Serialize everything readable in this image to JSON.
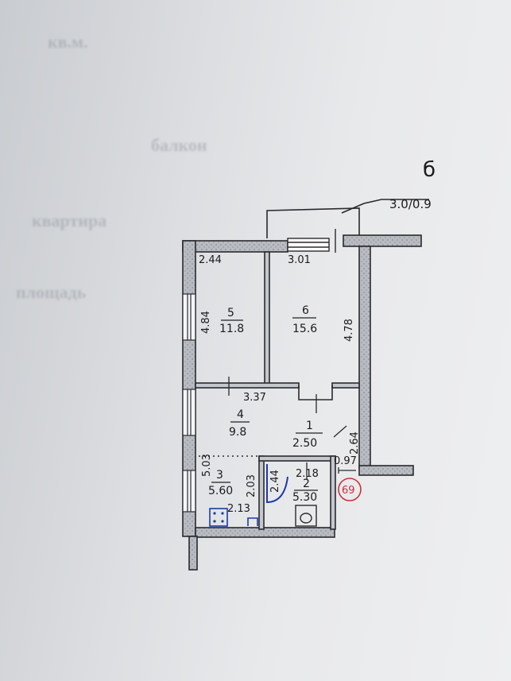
{
  "background_text": [
    "кв.м.",
    "балкон",
    "квартира",
    "площадь"
  ],
  "balcony": {
    "label": "б",
    "dims": "3.0/0.9"
  },
  "rooms": [
    {
      "number": "5",
      "area": "11.8",
      "dims": [
        "2.44",
        "4.84"
      ]
    },
    {
      "number": "6",
      "area": "15.6",
      "dims": [
        "3.01",
        "4.78"
      ]
    },
    {
      "number": "4",
      "area": "9.8",
      "dims": [
        "3.37"
      ]
    },
    {
      "number": "1",
      "area": "2.50",
      "dims": [
        "2.64",
        "0.97"
      ]
    },
    {
      "number": "3",
      "area": "5.60",
      "dims": [
        "5.03",
        "2.03",
        "2.13"
      ]
    },
    {
      "number": "2",
      "area": "5.30",
      "dims": [
        "2.18",
        "2.44"
      ]
    }
  ],
  "stamp": "69"
}
